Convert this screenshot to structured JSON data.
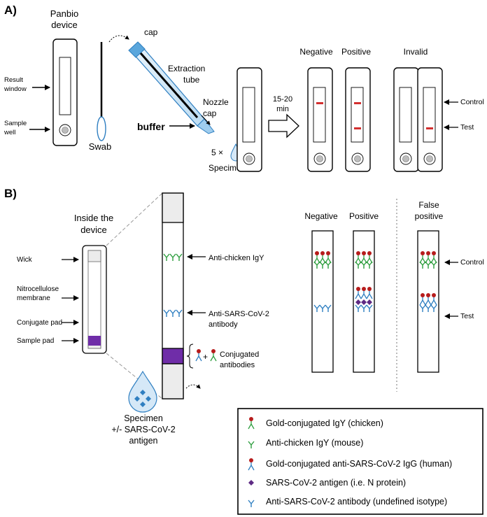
{
  "panel_a": {
    "label": "A)",
    "device_title": [
      "Panbio",
      "device"
    ],
    "result_window": [
      "Result",
      "window"
    ],
    "sample_well": [
      "Sample",
      "well"
    ],
    "swab": "Swab",
    "cap": "cap",
    "extraction_tube": [
      "Extraction",
      "tube"
    ],
    "nozzle_cap": [
      "Nozzle",
      "cap"
    ],
    "buffer": "buffer",
    "drops": "5 ×",
    "specimen": "Specimen",
    "time": [
      "15-20",
      "min"
    ],
    "negative": "Negative",
    "positive": "Positive",
    "invalid": "Invalid",
    "control": "Control",
    "test": "Test"
  },
  "panel_b": {
    "label": "B)",
    "inside_title": [
      "Inside the",
      "device"
    ],
    "wick": "Wick",
    "nitrocellulose": [
      "Nitrocellulose",
      "membrane"
    ],
    "conjugate_pad": "Conjugate pad",
    "sample_pad": "Sample pad",
    "anti_chicken": "Anti-chicken IgY",
    "anti_sars": [
      "Anti-SARS-CoV-2",
      "antibody"
    ],
    "conjugated": [
      "Conjugated",
      "antibodies"
    ],
    "specimen": [
      "Specimen",
      "+/- SARS-CoV-2",
      "antigen"
    ],
    "negative": "Negative",
    "positive": "Positive",
    "false_positive": [
      "False",
      "positive"
    ],
    "control": "Control",
    "test": "Test"
  },
  "legend": [
    {
      "label": "Gold-conjugated IgY (chicken)"
    },
    {
      "label": "Anti-chicken IgY (mouse)"
    },
    {
      "label": "Gold-conjugated anti-SARS-CoV-2 IgG (human)"
    },
    {
      "label": "SARS-CoV-2 antigen (i.e. N protein)"
    },
    {
      "label": "Anti-SARS-CoV-2 antibody (undefined isotype)"
    }
  ],
  "colors": {
    "gold": "#b71c1c",
    "green": "#2e9e3f",
    "blue": "#2f7fc1",
    "pad": "#6f2da8",
    "antigen": "#5e2a84",
    "tube": "#5aa6dc",
    "line": "#d32f2f"
  }
}
